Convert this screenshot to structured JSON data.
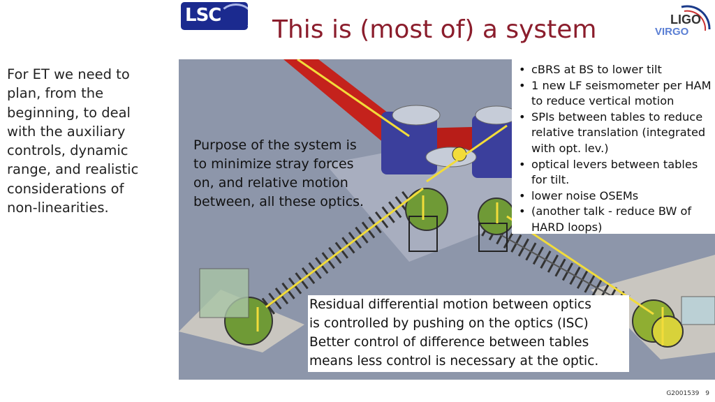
{
  "header": {
    "title": "This is (most of) a system",
    "lsc_logo_text": "LSC",
    "ligo_logo_text": "LIGO",
    "virgo_logo_text": "VIRGO"
  },
  "sidebar": {
    "text": "For ET we need to\nplan, from the\nbeginning, to deal\nwith the auxiliary\ncontrols, dynamic\nrange, and realistic\nconsiderations of\nnon-linearities."
  },
  "figure": {
    "purpose_text": "Purpose of the system is\nto minimize stray forces\non, and relative motion\nbetween, all these optics.",
    "bullets": [
      "cBRS at BS to lower tilt",
      "1 new LF seismometer per HAM to reduce vertical motion",
      "SPIs between tables to reduce relative translation (integrated with opt. lev.)",
      "optical levers between tables for tilt.",
      "lower noise OSEMs",
      "(another talk - reduce BW  of HARD loops)"
    ],
    "residual_text": "Residual differential motion between optics\nis controlled by pushing on the optics (ISC)\nBetter control of difference between tables\nmeans less control is necessary at the optic.",
    "colors": {
      "background": "#8d96aa",
      "tube_red": "#c4221c",
      "annotation_line": "#f2dc3a",
      "chamber_blue": "#3b3f9c",
      "chamber_green": "#6f9a36"
    }
  },
  "footer": {
    "doc_id": "G2001539",
    "page": "9"
  }
}
